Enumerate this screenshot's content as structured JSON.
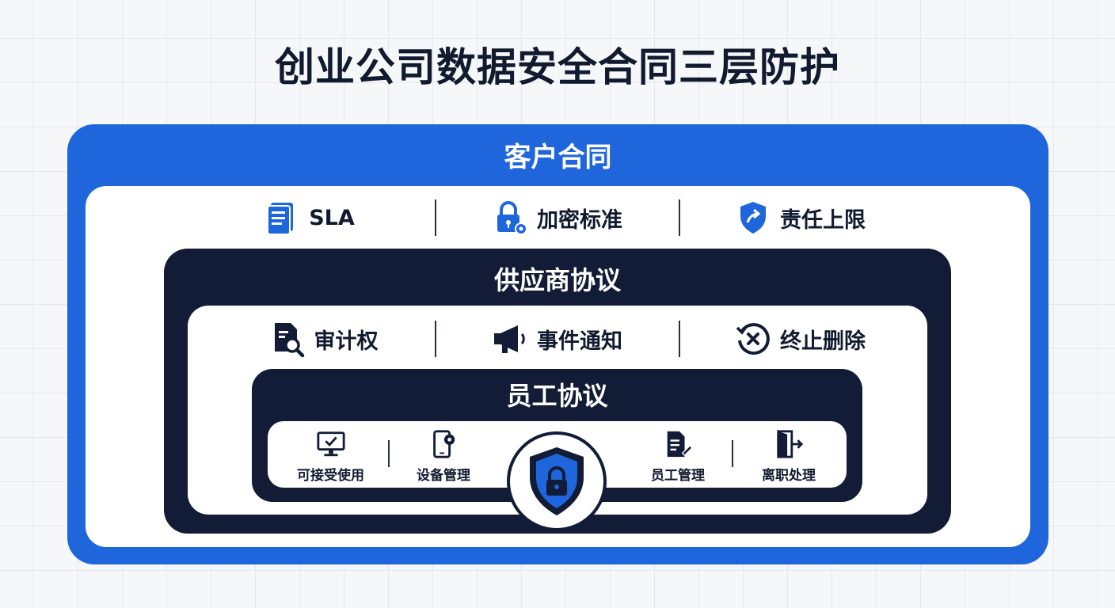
{
  "title": "创业公司数据安全合同三层防护",
  "layers": {
    "customer": {
      "title": "客户合同",
      "items": [
        {
          "label": "SLA",
          "icon": "document-icon"
        },
        {
          "label": "加密标准",
          "icon": "lock-gear-icon"
        },
        {
          "label": "责任上限",
          "icon": "shield-arrow-icon"
        }
      ]
    },
    "vendor": {
      "title": "供应商协议",
      "items": [
        {
          "label": "审计权",
          "icon": "document-search-icon"
        },
        {
          "label": "事件通知",
          "icon": "megaphone-icon"
        },
        {
          "label": "终止删除",
          "icon": "circle-x-icon"
        }
      ]
    },
    "employee": {
      "title": "员工协议",
      "items": [
        {
          "label": "可接受使用",
          "icon": "monitor-check-icon"
        },
        {
          "label": "设备管理",
          "icon": "phone-gear-icon"
        },
        {
          "label": "员工管理",
          "icon": "document-pen-icon"
        },
        {
          "label": "离职处理",
          "icon": "door-exit-icon"
        }
      ]
    }
  },
  "center_badge": {
    "icon": "shield-lock-icon"
  },
  "colors": {
    "blue": "#1f66dc",
    "navy": "#121c36",
    "white": "#ffffff",
    "text": "#111a2e"
  }
}
